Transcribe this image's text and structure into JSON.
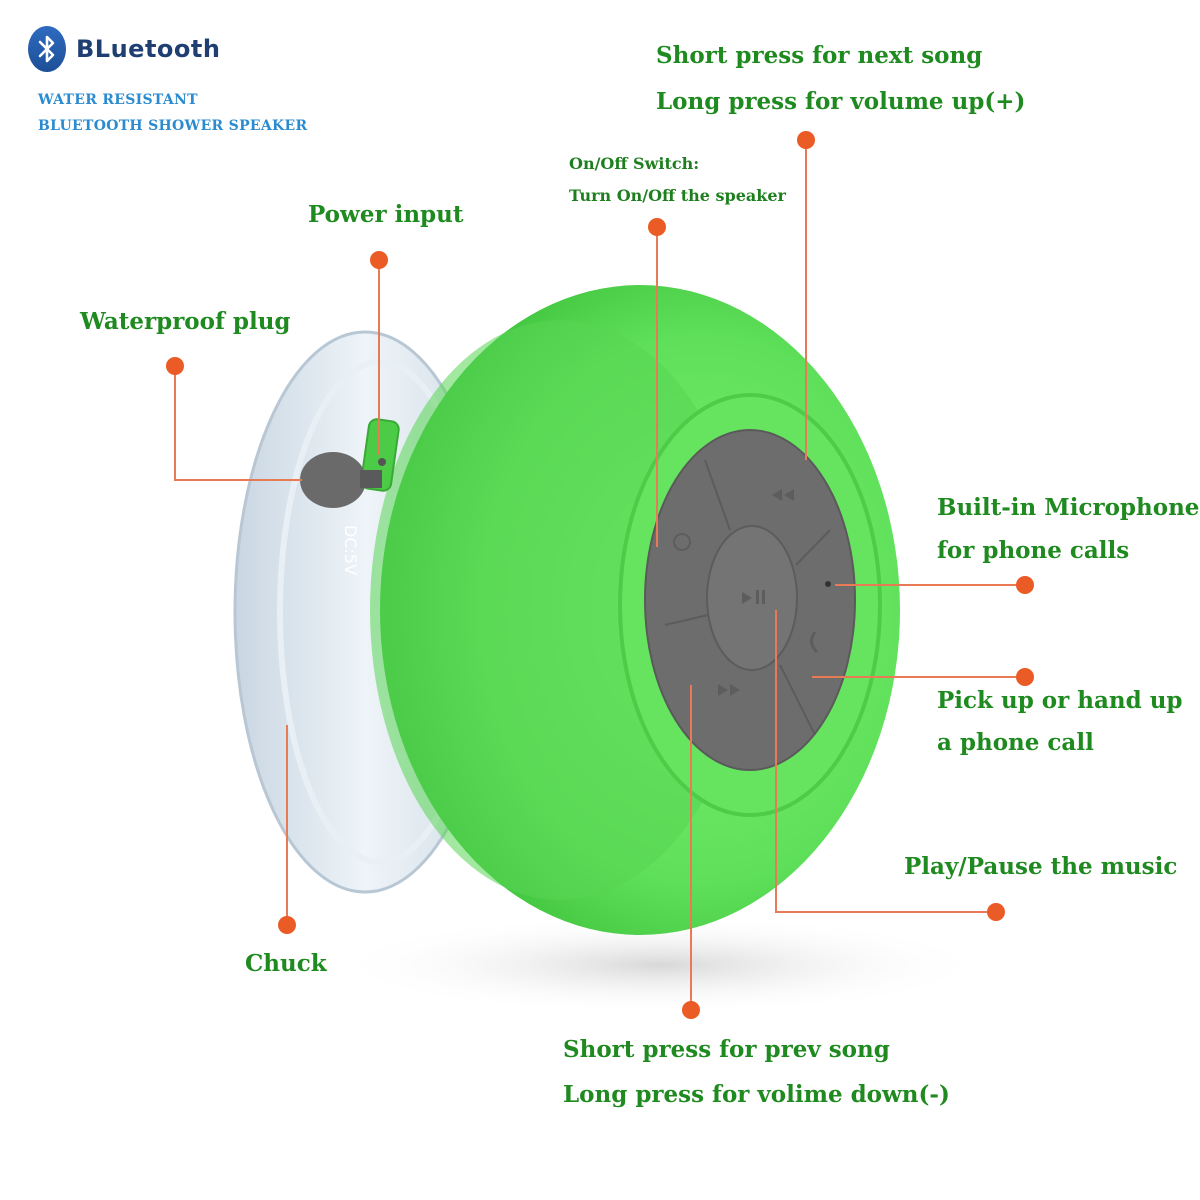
{
  "brand": {
    "name": "BLuetooth",
    "tagline_1": "WATER RESISTANT",
    "tagline_2": "BLUETOOTH SHOWER SPEAKER"
  },
  "speaker": {
    "dc_label": "DC:5V",
    "body_color": "#5fe05a",
    "panel_color": "#6d6d6d",
    "cup_color": "#dfe9f1"
  },
  "callouts": {
    "next_song_1": "Short press for next song",
    "next_song_2": "Long press for volume up(+)",
    "onoff_1": "On/Off Switch:",
    "onoff_2": "Turn On/Off the speaker",
    "power_input": "Power input",
    "waterproof_plug": "Waterproof plug",
    "mic_1": "Built-in Microphone",
    "mic_2": "for phone calls",
    "call_1": "Pick up or hand up",
    "call_2": "a phone call",
    "play_pause": "Play/Pause the music",
    "chuck": "Chuck",
    "prev_song_1": "Short press for prev song",
    "prev_song_2": "Long press for volime down(-)"
  },
  "colors": {
    "label_green": "#1f8a1f",
    "callout_orange": "#ea5b26",
    "brand_blue": "#1f3f73",
    "tagline_blue": "#2a8bd0"
  }
}
